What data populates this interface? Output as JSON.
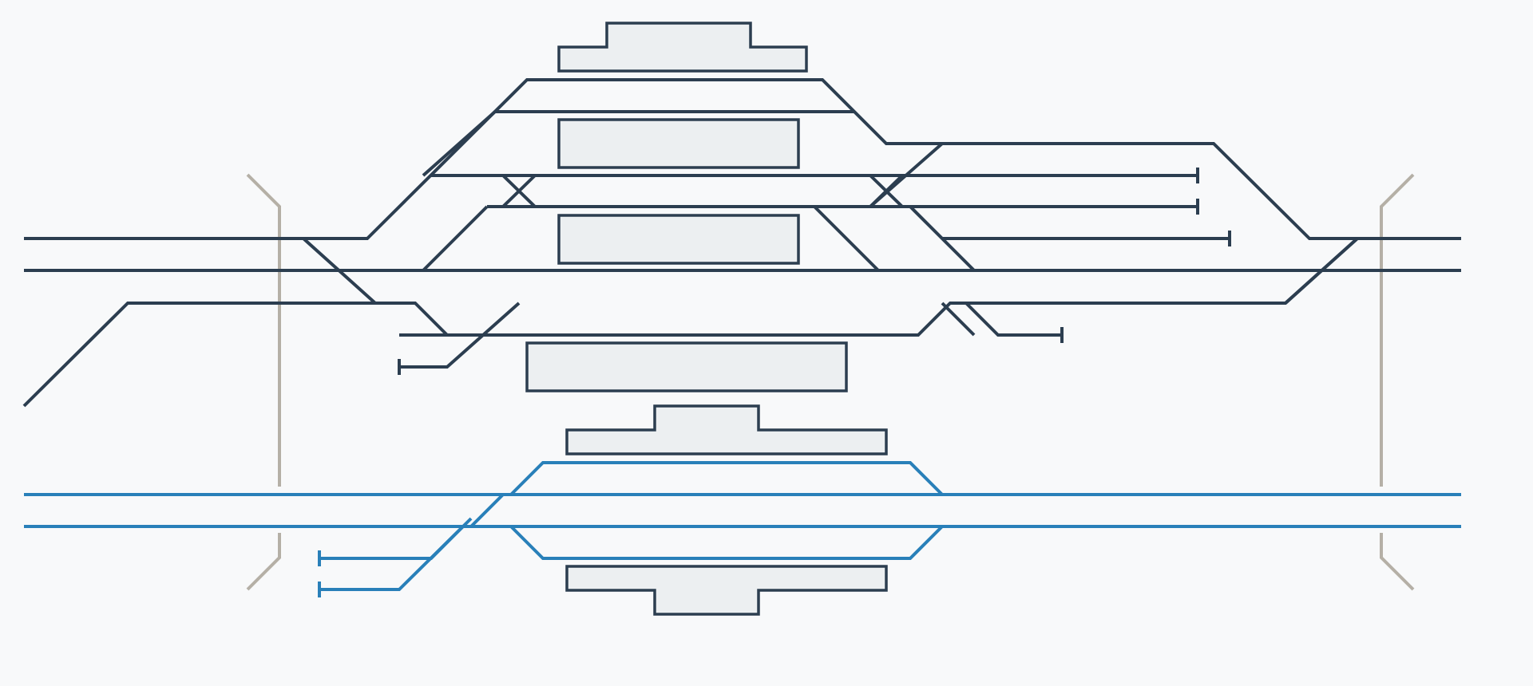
{
  "diagram": {
    "type": "railway-track-layout",
    "colors": {
      "background": "#f8f9fa",
      "main_tracks": "#2c3e50",
      "secondary_tracks": "#2980b9",
      "platforms_fill": "#eceff1",
      "platforms_stroke": "#2c3e50",
      "boundary_markers": "#b5b0a6"
    },
    "track_groups": [
      {
        "name": "main-tracks",
        "color_key": "main_tracks"
      },
      {
        "name": "secondary-tracks",
        "color_key": "secondary_tracks"
      }
    ],
    "platform_count": 6,
    "buffer_stop_count": 7,
    "boundary_marker_count": 2,
    "labels": []
  }
}
